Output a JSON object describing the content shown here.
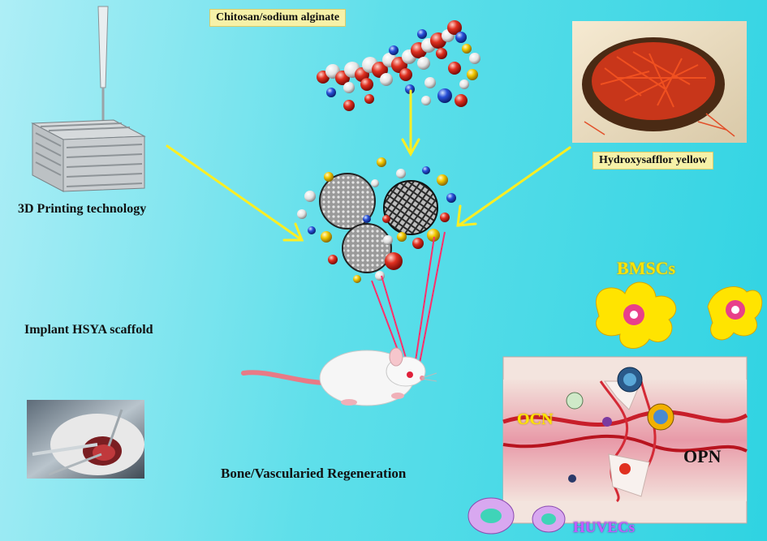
{
  "labels": {
    "chitosan": "Chitosan/sodium alginate",
    "hsya": "Hydroxysafflor yellow",
    "printing": "3D Printing technology",
    "implant": "Implant HSYA scaffold",
    "regeneration": "Bone/Vascularied Regeneration",
    "bmscs": "BMSCs",
    "ocn": "OCN",
    "opn": "OPN",
    "huvecs": "HUVECs"
  },
  "colors": {
    "arrow": "#ffee22",
    "laser": "#ff2f6a",
    "background_left": "#aeeef6",
    "background_right": "#2fd3e2",
    "label_box": "#f6f1a8",
    "cell_yellow": "#ffe400",
    "huvec_purple": "#c25cff"
  }
}
